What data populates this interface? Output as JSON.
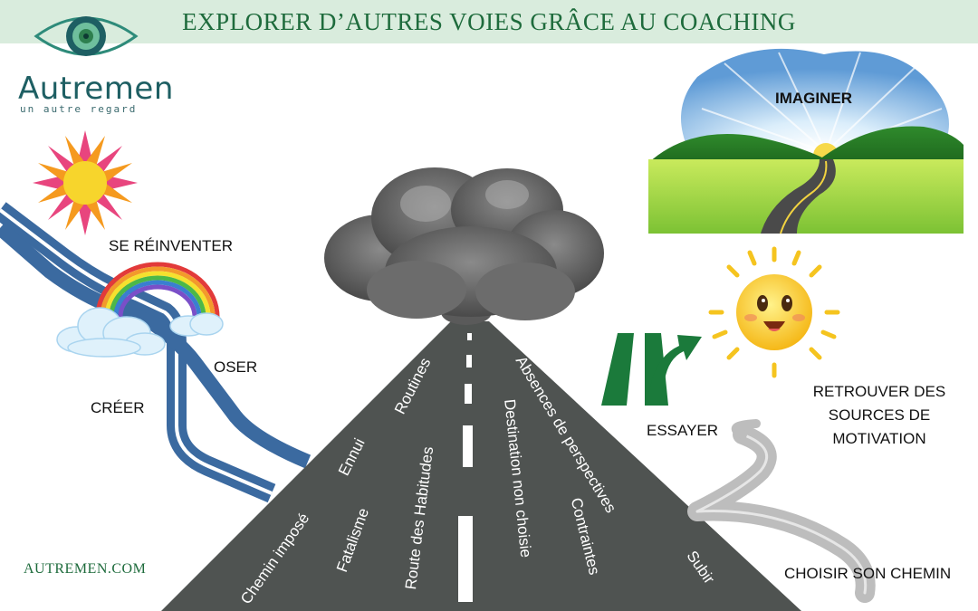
{
  "banner": {
    "title": "EXPLORER D’AUTRES VOIES GRÂCE AU COACHING"
  },
  "logo": {
    "brand": "Autremen",
    "tagline": "un autre regard"
  },
  "website": "AUTREMEN.COM",
  "labels": {
    "reinventer": "SE RÉINVENTER",
    "oser": "OSER",
    "creer": "CRÉER",
    "imaginer": "IMAGINER",
    "essayer": "ESSAYER",
    "retrouver": "RETROUVER DES SOURCES DE MOTIVATION",
    "choisir": "CHOISIR SON CHEMIN"
  },
  "road_words": {
    "routines": "Routines",
    "ennui": "Ennui",
    "chemin_impose": "Chemin imposé",
    "fatalisme": "Fatalisme",
    "route_habitudes": "Route des Habitudes",
    "destination": "Destination non choisie",
    "contraintes": "Contraintes",
    "absences": "Absences de perspectives",
    "subir": "Subir"
  },
  "colors": {
    "banner_bg": "#d9ecdd",
    "title_green": "#1e6b3c",
    "road_gray": "#4f5351",
    "blue_road": "#3b6aa0",
    "teal_brand": "#1e5f63"
  }
}
